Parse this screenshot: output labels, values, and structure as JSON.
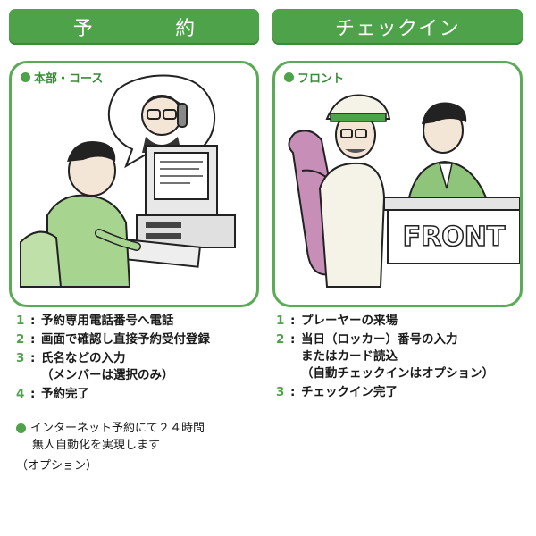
{
  "left": {
    "banner": "予　約",
    "frame_label": "本部・コース",
    "steps": [
      {
        "num": "1",
        "text": "予約専用電話番号へ電話"
      },
      {
        "num": "2",
        "text": "画面で確認し直接予約受付登録"
      },
      {
        "num": "3",
        "text": "氏名などの入力\n（メンバーは選択のみ）"
      },
      {
        "num": "4",
        "text": "予約完了"
      }
    ],
    "note_line1": "インターネット予約にて２４時間",
    "note_line2": "無人自動化を実現します",
    "note_option": "（オプション）"
  },
  "right": {
    "banner": "チェックイン",
    "frame_label": "フロント",
    "sign": "FRONT",
    "steps": [
      {
        "num": "1",
        "text": "プレーヤーの来場"
      },
      {
        "num": "2",
        "text": "当日（ロッカー）番号の入力\nまたはカード読込\n（自動チェックインはオプション）"
      },
      {
        "num": "3",
        "text": "チェックイン完了"
      }
    ]
  },
  "colors": {
    "accent": "#4ea24a",
    "frame": "#5aab55",
    "bag": "#c78fb8",
    "jacket": "#8fc57a"
  }
}
